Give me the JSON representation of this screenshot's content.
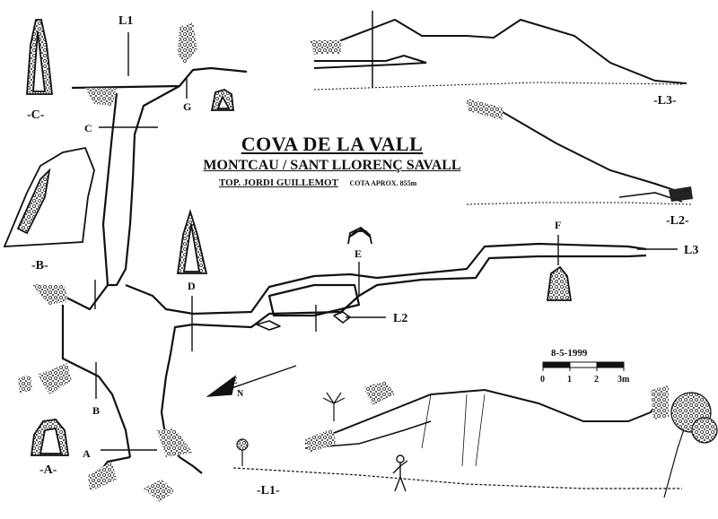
{
  "title": {
    "cave": "COVA DE LA VALL",
    "location": "MONTCAU / SANT LLORENÇ SAVALL",
    "survey": "TOP. JORDI GUILLEMOT",
    "altitude": "COTA APROX.  855m"
  },
  "date": "8-5-1999",
  "scale": {
    "ticks": [
      "0",
      "1",
      "2",
      "3m"
    ]
  },
  "north_arrow": {
    "letters": [
      "E",
      "N"
    ]
  },
  "section_marks": [
    "A",
    "B",
    "C",
    "D",
    "E",
    "F",
    "G"
  ],
  "profile_marks": [
    "L1",
    "L2",
    "L3"
  ],
  "section_captions": [
    "-A-",
    "-B-",
    "-C-"
  ],
  "profile_captions": [
    "-L1-",
    "-L2-",
    "-L3-"
  ],
  "colors": {
    "ink": "#111111",
    "rock": "#333333"
  }
}
